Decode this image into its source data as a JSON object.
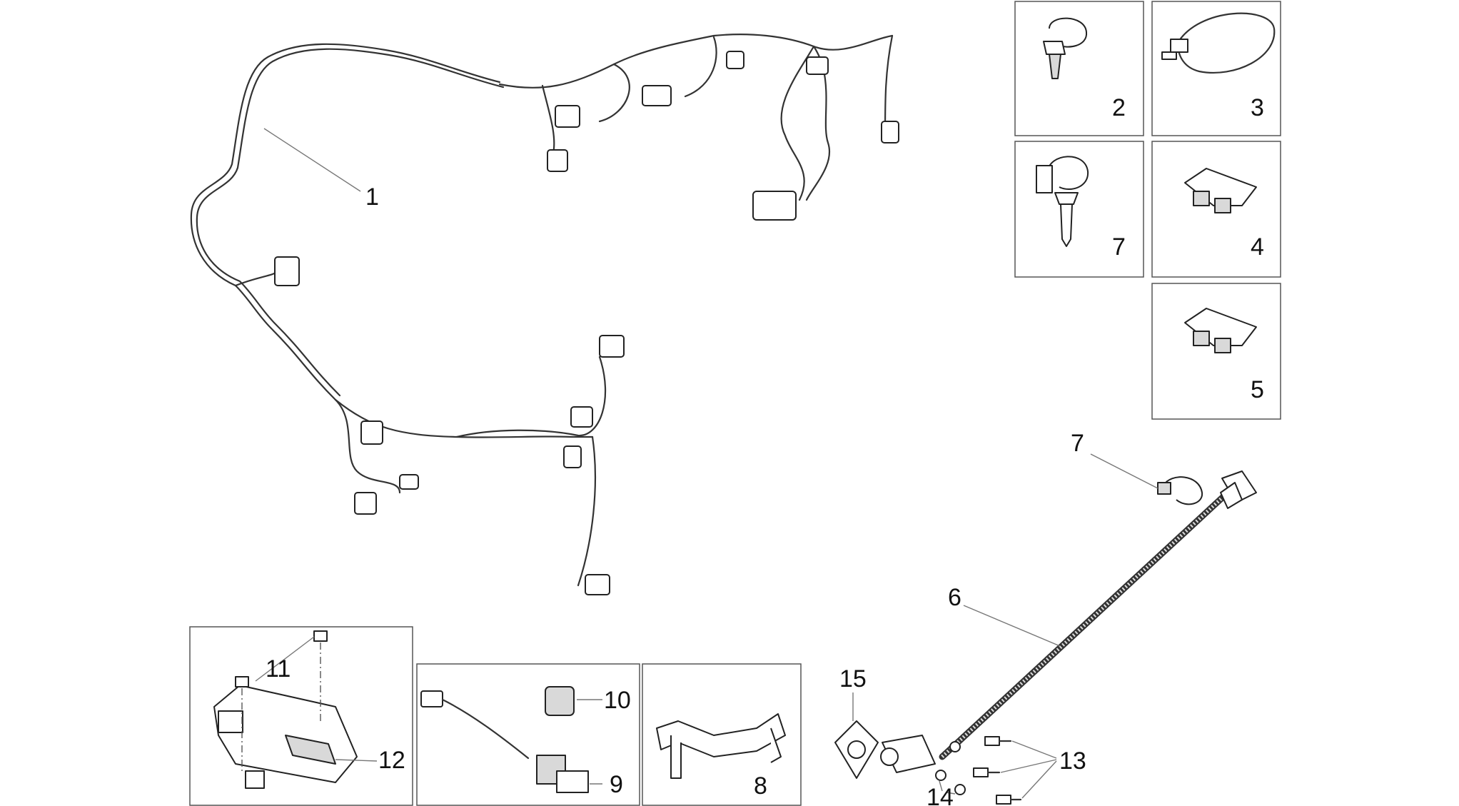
{
  "callouts": {
    "c1": "1",
    "c2": "2",
    "c3": "3",
    "c4": "4",
    "c5": "5",
    "c6": "6",
    "c7_box": "7",
    "c7_clip": "7",
    "c8": "8",
    "c9": "9",
    "c10": "10",
    "c11": "11",
    "c12": "12",
    "c13": "13",
    "c14": "14",
    "c15": "15"
  }
}
